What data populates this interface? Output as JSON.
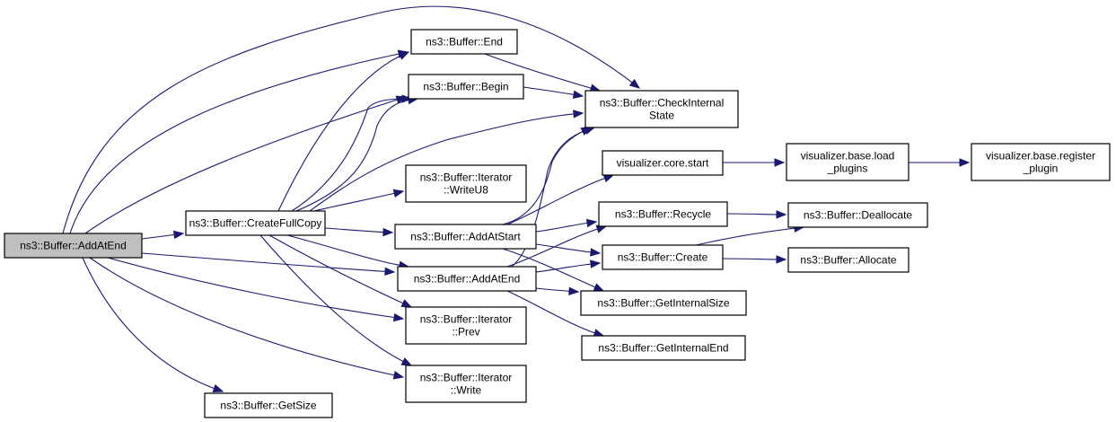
{
  "title": "Call graph for ns3::Buffer::AddAtEnd",
  "colors": {
    "edge": "#191970",
    "root_fill": "#bfbfbf",
    "node_fill": "#ffffff",
    "border": "#000000"
  },
  "nodes": [
    {
      "id": "root",
      "lines": [
        "ns3::Buffer::AddAtEnd"
      ],
      "root": true
    },
    {
      "id": "createfull",
      "lines": [
        "ns3::Buffer::CreateFullCopy"
      ]
    },
    {
      "id": "end",
      "lines": [
        "ns3::Buffer::End"
      ]
    },
    {
      "id": "begin",
      "lines": [
        "ns3::Buffer::Begin"
      ]
    },
    {
      "id": "check",
      "lines": [
        "ns3::Buffer::CheckInternal",
        "State"
      ]
    },
    {
      "id": "writeu8",
      "lines": [
        "ns3::Buffer::Iterator",
        "::WriteU8"
      ]
    },
    {
      "id": "addatstart",
      "lines": [
        "ns3::Buffer::AddAtStart"
      ]
    },
    {
      "id": "addatend2",
      "lines": [
        "ns3::Buffer::AddAtEnd"
      ]
    },
    {
      "id": "prev",
      "lines": [
        "ns3::Buffer::Iterator",
        "::Prev"
      ]
    },
    {
      "id": "write",
      "lines": [
        "ns3::Buffer::Iterator",
        "::Write"
      ]
    },
    {
      "id": "getsize",
      "lines": [
        "ns3::Buffer::GetSize"
      ]
    },
    {
      "id": "corestart",
      "lines": [
        "visualizer.core.start"
      ]
    },
    {
      "id": "recycle",
      "lines": [
        "ns3::Buffer::Recycle"
      ]
    },
    {
      "id": "create",
      "lines": [
        "ns3::Buffer::Create"
      ]
    },
    {
      "id": "getintsize",
      "lines": [
        "ns3::Buffer::GetInternalSize"
      ]
    },
    {
      "id": "getintend",
      "lines": [
        "ns3::Buffer::GetInternalEnd"
      ]
    },
    {
      "id": "loadplugins",
      "lines": [
        "visualizer.base.load",
        "_plugins"
      ]
    },
    {
      "id": "regplugin",
      "lines": [
        "visualizer.base.register",
        "_plugin"
      ]
    },
    {
      "id": "dealloc",
      "lines": [
        "ns3::Buffer::Deallocate"
      ]
    },
    {
      "id": "alloc",
      "lines": [
        "ns3::Buffer::Allocate"
      ]
    }
  ],
  "edges": [
    [
      "root",
      "createfull"
    ],
    [
      "root",
      "end"
    ],
    [
      "root",
      "begin"
    ],
    [
      "root",
      "check"
    ],
    [
      "root",
      "addatend2"
    ],
    [
      "root",
      "prev"
    ],
    [
      "root",
      "write"
    ],
    [
      "root",
      "getsize"
    ],
    [
      "createfull",
      "end"
    ],
    [
      "createfull",
      "begin"
    ],
    [
      "createfull",
      "check"
    ],
    [
      "createfull",
      "writeu8"
    ],
    [
      "createfull",
      "addatstart"
    ],
    [
      "createfull",
      "addatend2"
    ],
    [
      "createfull",
      "prev"
    ],
    [
      "createfull",
      "write"
    ],
    [
      "end",
      "check"
    ],
    [
      "begin",
      "check"
    ],
    [
      "addatstart",
      "check"
    ],
    [
      "addatstart",
      "corestart"
    ],
    [
      "addatstart",
      "recycle"
    ],
    [
      "addatstart",
      "create"
    ],
    [
      "addatstart",
      "getintsize"
    ],
    [
      "addatend2",
      "check"
    ],
    [
      "addatend2",
      "recycle"
    ],
    [
      "addatend2",
      "create"
    ],
    [
      "addatend2",
      "getintsize"
    ],
    [
      "addatend2",
      "getintend"
    ],
    [
      "corestart",
      "loadplugins"
    ],
    [
      "loadplugins",
      "regplugin"
    ],
    [
      "recycle",
      "dealloc"
    ],
    [
      "create",
      "dealloc"
    ],
    [
      "create",
      "alloc"
    ]
  ]
}
